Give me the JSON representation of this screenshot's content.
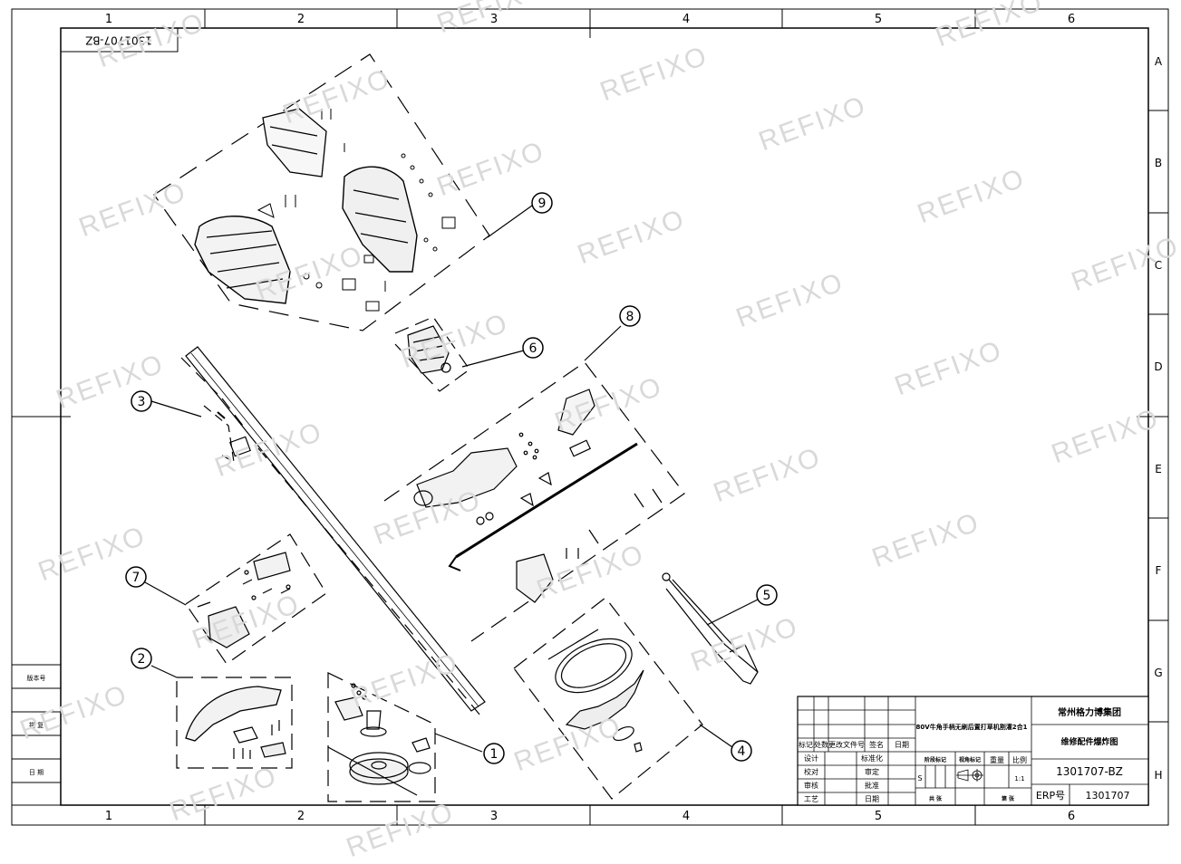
{
  "drawing": {
    "code_label": "1301707-BZ",
    "watermark": "REFIXO",
    "col_labels": [
      "1",
      "2",
      "3",
      "4",
      "5",
      "6"
    ],
    "row_labels": [
      "A",
      "B",
      "C",
      "D",
      "E",
      "F",
      "G",
      "H"
    ],
    "side_labels": [
      "版本号",
      "描 复",
      "日 期"
    ]
  },
  "callouts": [
    "1",
    "2",
    "3",
    "4",
    "5",
    "6",
    "7",
    "8",
    "9"
  ],
  "title_block": {
    "company": "常州格力博集团",
    "doc_title": "维修配件爆炸图",
    "product_name": "80V牛角手柄无刷后置打草机割灌2合1",
    "part_number": "1301707-BZ",
    "erp_label": "ERP号",
    "erp_value": "1301707",
    "headers": [
      "标记",
      "处数",
      "更改文件号",
      "签名",
      "日期"
    ],
    "roles_left": [
      "设计",
      "校对",
      "审核",
      "工艺"
    ],
    "roles_mid": [
      "标准化",
      "审定",
      "批准",
      "日期"
    ],
    "stage_label": "阶段标记",
    "view_label": "视角标记",
    "weight_label": "重量",
    "scale_label": "比例",
    "stage_value": "S",
    "scale_value": "1:1",
    "total_label": "共   张",
    "sheet_label": "第   张"
  }
}
